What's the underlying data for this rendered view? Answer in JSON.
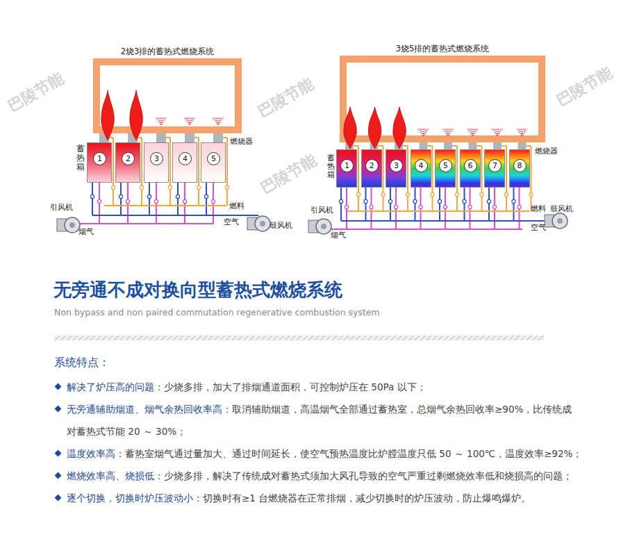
{
  "diagram": {
    "title": "无旁通不成对换向型蓄热式燃烧系统",
    "nodes": [
      {
        "text": [
          "2烧3排的蓄热式燃烧系统"
        ]
      },
      {
        "text": [
          "1"
        ]
      },
      {
        "text": [
          "2"
        ]
      },
      {
        "text": [
          "3"
        ]
      },
      {
        "text": [
          "4"
        ]
      },
      {
        "text": [
          "5"
        ]
      },
      {
        "text": [
          "3烧5排的蓄热式燃烧系统"
        ]
      },
      {
        "text": [
          "1"
        ]
      },
      {
        "text": [
          "2"
        ]
      },
      {
        "text": [
          "3"
        ]
      },
      {
        "text": [
          "4"
        ]
      },
      {
        "text": [
          "5"
        ]
      },
      {
        "text": [
          "6"
        ]
      },
      {
        "text": [
          "7"
        ]
      },
      {
        "text": [
          "8"
        ]
      }
    ],
    "labels": [
      "巴陵节能",
      "巴陵节能",
      "巴陵节能",
      "巴陵节能",
      "蓄热箱",
      "燃烧器",
      "燃料",
      "引风机",
      "烟气",
      "空气",
      "鼓风机",
      "蓄热箱",
      "燃烧器",
      "燃料",
      "鼓风机",
      "引风机",
      "烟气",
      "空气",
      "Non bypass and non paired commutation regenerative combustion system",
      "系统特点：",
      "解决了炉压高的问题：",
      "少烧多排，加大了排烟通道面积，可控制炉压在 50Pa 以下；",
      "无旁通辅助烟道、烟气余热回收率高：",
      "取消辅助烟道，高温烟气全部通过蓄热室，总烟气余热回收率≥90%，比传统成对蓄热式节能 20 ～ 30%；",
      "温度效率高：",
      "蓄热室烟气通过量加大、通过时间延长，使空气预热温度比炉膛温度只低 50 ～ 100℃，温度效率≥92%；",
      "燃烧效率高、烧损低：",
      "少烧多排，解决了传统成对蓄热式须加大风孔导致的空气严重过剩燃烧效率低和烧损高的问题；",
      "逐个切换，切换时炉压波动小：",
      "切换时有≥1 台燃烧器在正常排烟，减少切换时的炉压波动，防止爆鸣爆炉。"
    ]
  }
}
